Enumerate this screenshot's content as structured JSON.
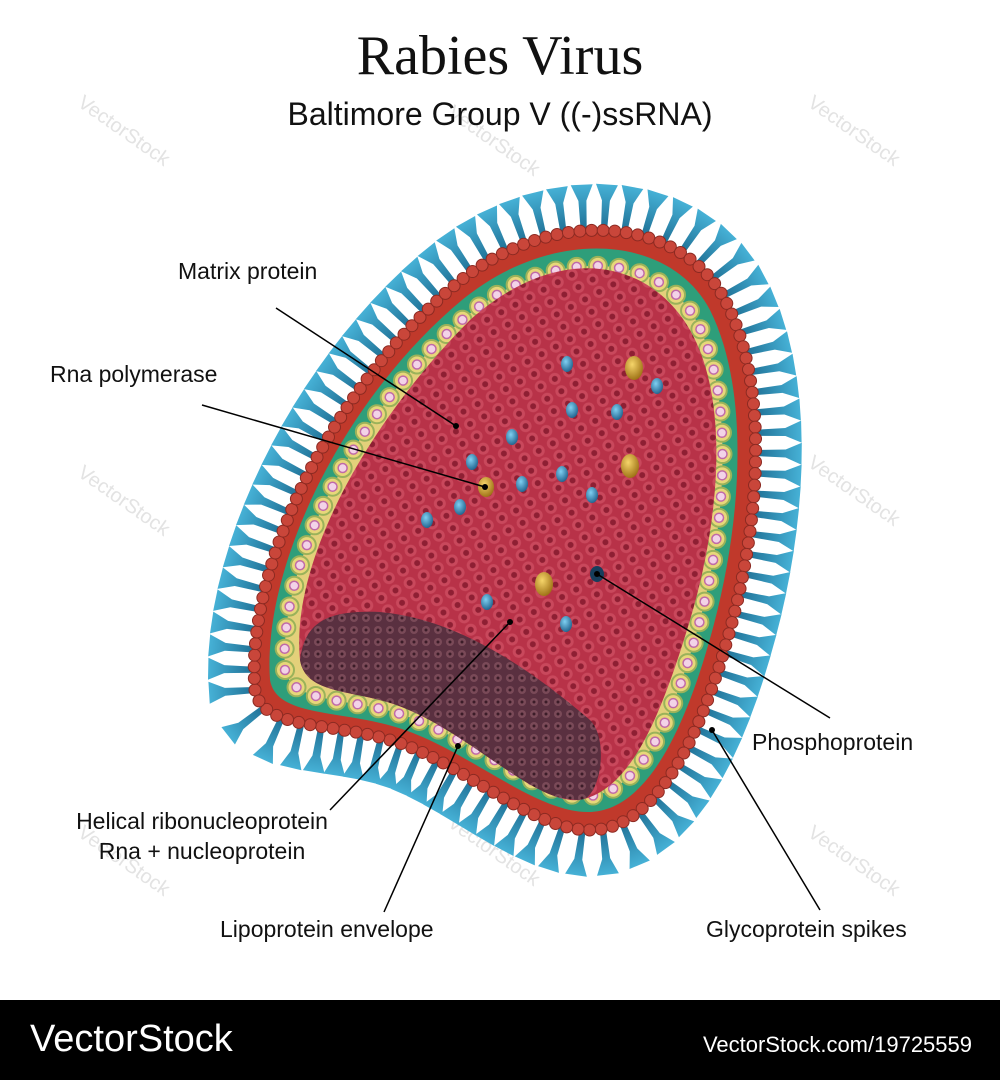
{
  "title": "Rabies Virus",
  "subtitle": "Baltimore Group V ((-)ssRNA)",
  "labels": {
    "matrix_protein": "Matrix protein",
    "rna_polymerase": "Rna polymerase",
    "phosphoprotein": "Phosphoprotein",
    "helical_line1": "Helical ribonucleoprotein",
    "helical_line2": "Rna + nucleoprotein",
    "lipoprotein_envelope": "Lipoprotein envelope",
    "glycoprotein_spikes": "Glycoprotein spikes"
  },
  "watermark": "VectorStock",
  "footer": {
    "brand": "VectorStock",
    "url": "VectorStock.com/19725559"
  },
  "colors": {
    "spike": "#2f8fb5",
    "outer_dots": "#c0392b",
    "envelope": "#2e9e7a",
    "matrix_ring": "#e3d07a",
    "core": "#b8354a",
    "core_rows": "#8e1f33",
    "base": "#5a3040",
    "phospho": "#2b88c9",
    "polymerase": "#d4a22a"
  }
}
